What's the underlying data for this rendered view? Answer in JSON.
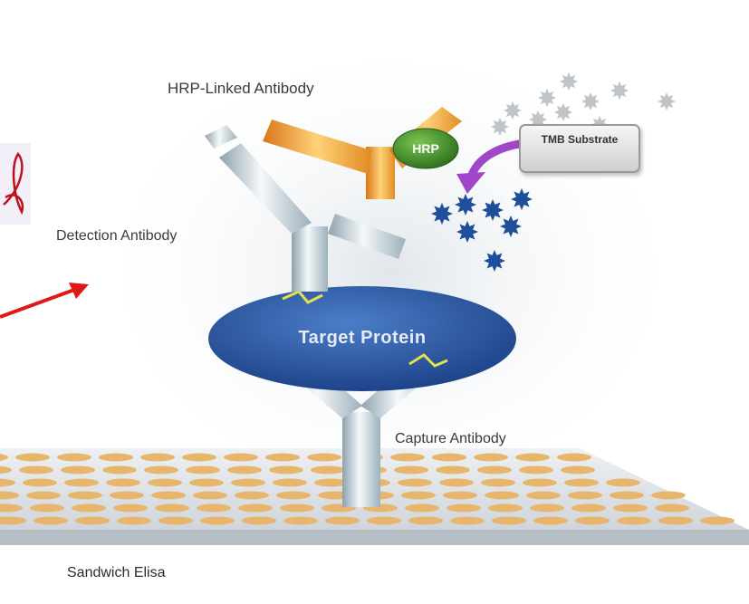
{
  "labels": {
    "hrp_linked_antibody": "HRP-Linked Antibody",
    "hrp": "HRP",
    "tmb_substrate": "TMB Substrate",
    "detection_antibody": "Detection Antibody",
    "target_protein": "Target Protein",
    "capture_antibody": "Capture Antibody",
    "sandwich_elisa": "Sandwich Elisa"
  },
  "colors": {
    "antibody_silver": "#c9d6de",
    "hrp_antibody_orange": "#f0a030",
    "hrp_green": "#3f8f2f",
    "target_protein_blue": "#2d5aa3",
    "product_blue": "#1f4f9a",
    "arrow_red": "#e01818",
    "arrow_purple": "#a046c8",
    "well_orange": "#e7b66c",
    "plate_grey": "#d4d8dc",
    "signature_red": "#c01020"
  },
  "icons": [
    "hrp-enzyme-icon",
    "tmb-substrate-icon",
    "colored-product-icon",
    "reaction-arrow-icon",
    "red-pointer-arrow-icon"
  ]
}
